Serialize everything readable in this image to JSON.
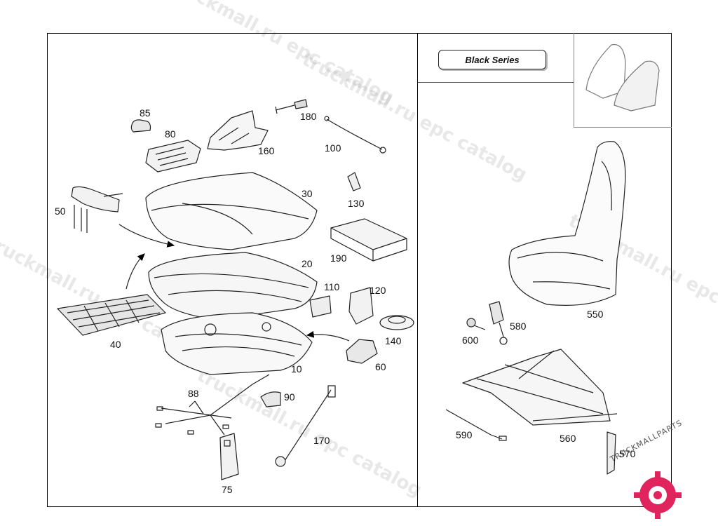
{
  "badge": {
    "label": "Black Series"
  },
  "parts": [
    {
      "id": "p85",
      "label": "85"
    },
    {
      "id": "p80",
      "label": "80"
    },
    {
      "id": "p180",
      "label": "180"
    },
    {
      "id": "p160",
      "label": "160"
    },
    {
      "id": "p100",
      "label": "100"
    },
    {
      "id": "p30",
      "label": "30"
    },
    {
      "id": "p50",
      "label": "50"
    },
    {
      "id": "p130",
      "label": "130"
    },
    {
      "id": "p190",
      "label": "190"
    },
    {
      "id": "p20",
      "label": "20"
    },
    {
      "id": "p110",
      "label": "110"
    },
    {
      "id": "p120",
      "label": "120"
    },
    {
      "id": "p40",
      "label": "40"
    },
    {
      "id": "p140",
      "label": "140"
    },
    {
      "id": "p60",
      "label": "60"
    },
    {
      "id": "p10",
      "label": "10"
    },
    {
      "id": "p88",
      "label": "88"
    },
    {
      "id": "p90",
      "label": "90"
    },
    {
      "id": "p170",
      "label": "170"
    },
    {
      "id": "p75",
      "label": "75"
    },
    {
      "id": "p550",
      "label": "550"
    },
    {
      "id": "p580",
      "label": "580"
    },
    {
      "id": "p600",
      "label": "600"
    },
    {
      "id": "p590",
      "label": "590"
    },
    {
      "id": "p560",
      "label": "560"
    },
    {
      "id": "p570",
      "label": "570"
    }
  ],
  "watermarks": [
    {
      "id": "w1",
      "text": "truckmall.ru epc catalog"
    },
    {
      "id": "w2",
      "text": "truckmall.ru epc catalog"
    },
    {
      "id": "w3",
      "text": "truckmall.ru epc catalog"
    },
    {
      "id": "w4",
      "text": "truckmall.ru epc catalog"
    },
    {
      "id": "w5",
      "text": "truckmall.ru epc catalog"
    }
  ],
  "logo": {
    "text": "TRUCKMALLPARTS",
    "accent": "#e0245e"
  }
}
